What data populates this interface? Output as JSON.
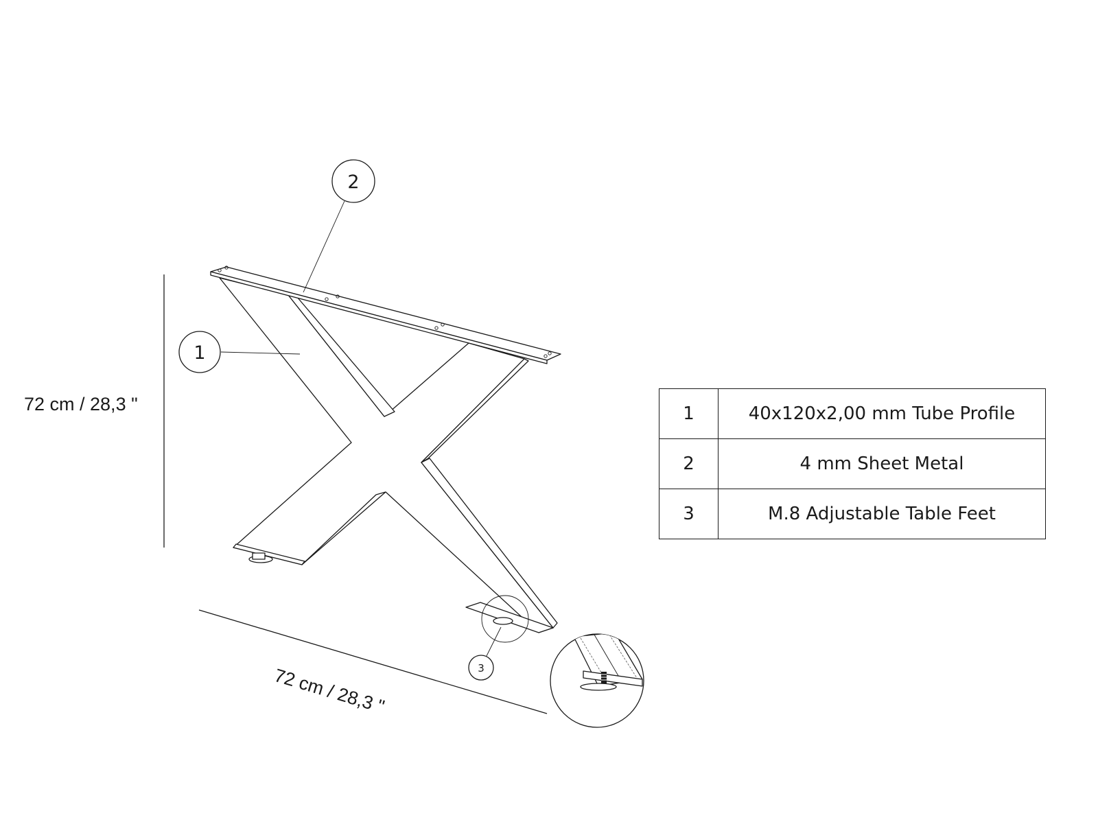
{
  "dimensions": {
    "height_label": "72 cm / 28,3 \"",
    "width_label": "72 cm / 28,3 \""
  },
  "callouts": [
    {
      "number": "1"
    },
    {
      "number": "2"
    },
    {
      "number": "3"
    }
  ],
  "parts_table": {
    "rows": [
      {
        "number": "1",
        "description": "40x120x2,00 mm Tube Profile"
      },
      {
        "number": "2",
        "description": "4 mm Sheet Metal"
      },
      {
        "number": "3",
        "description": "M.8 Adjustable Table Feet"
      }
    ]
  }
}
